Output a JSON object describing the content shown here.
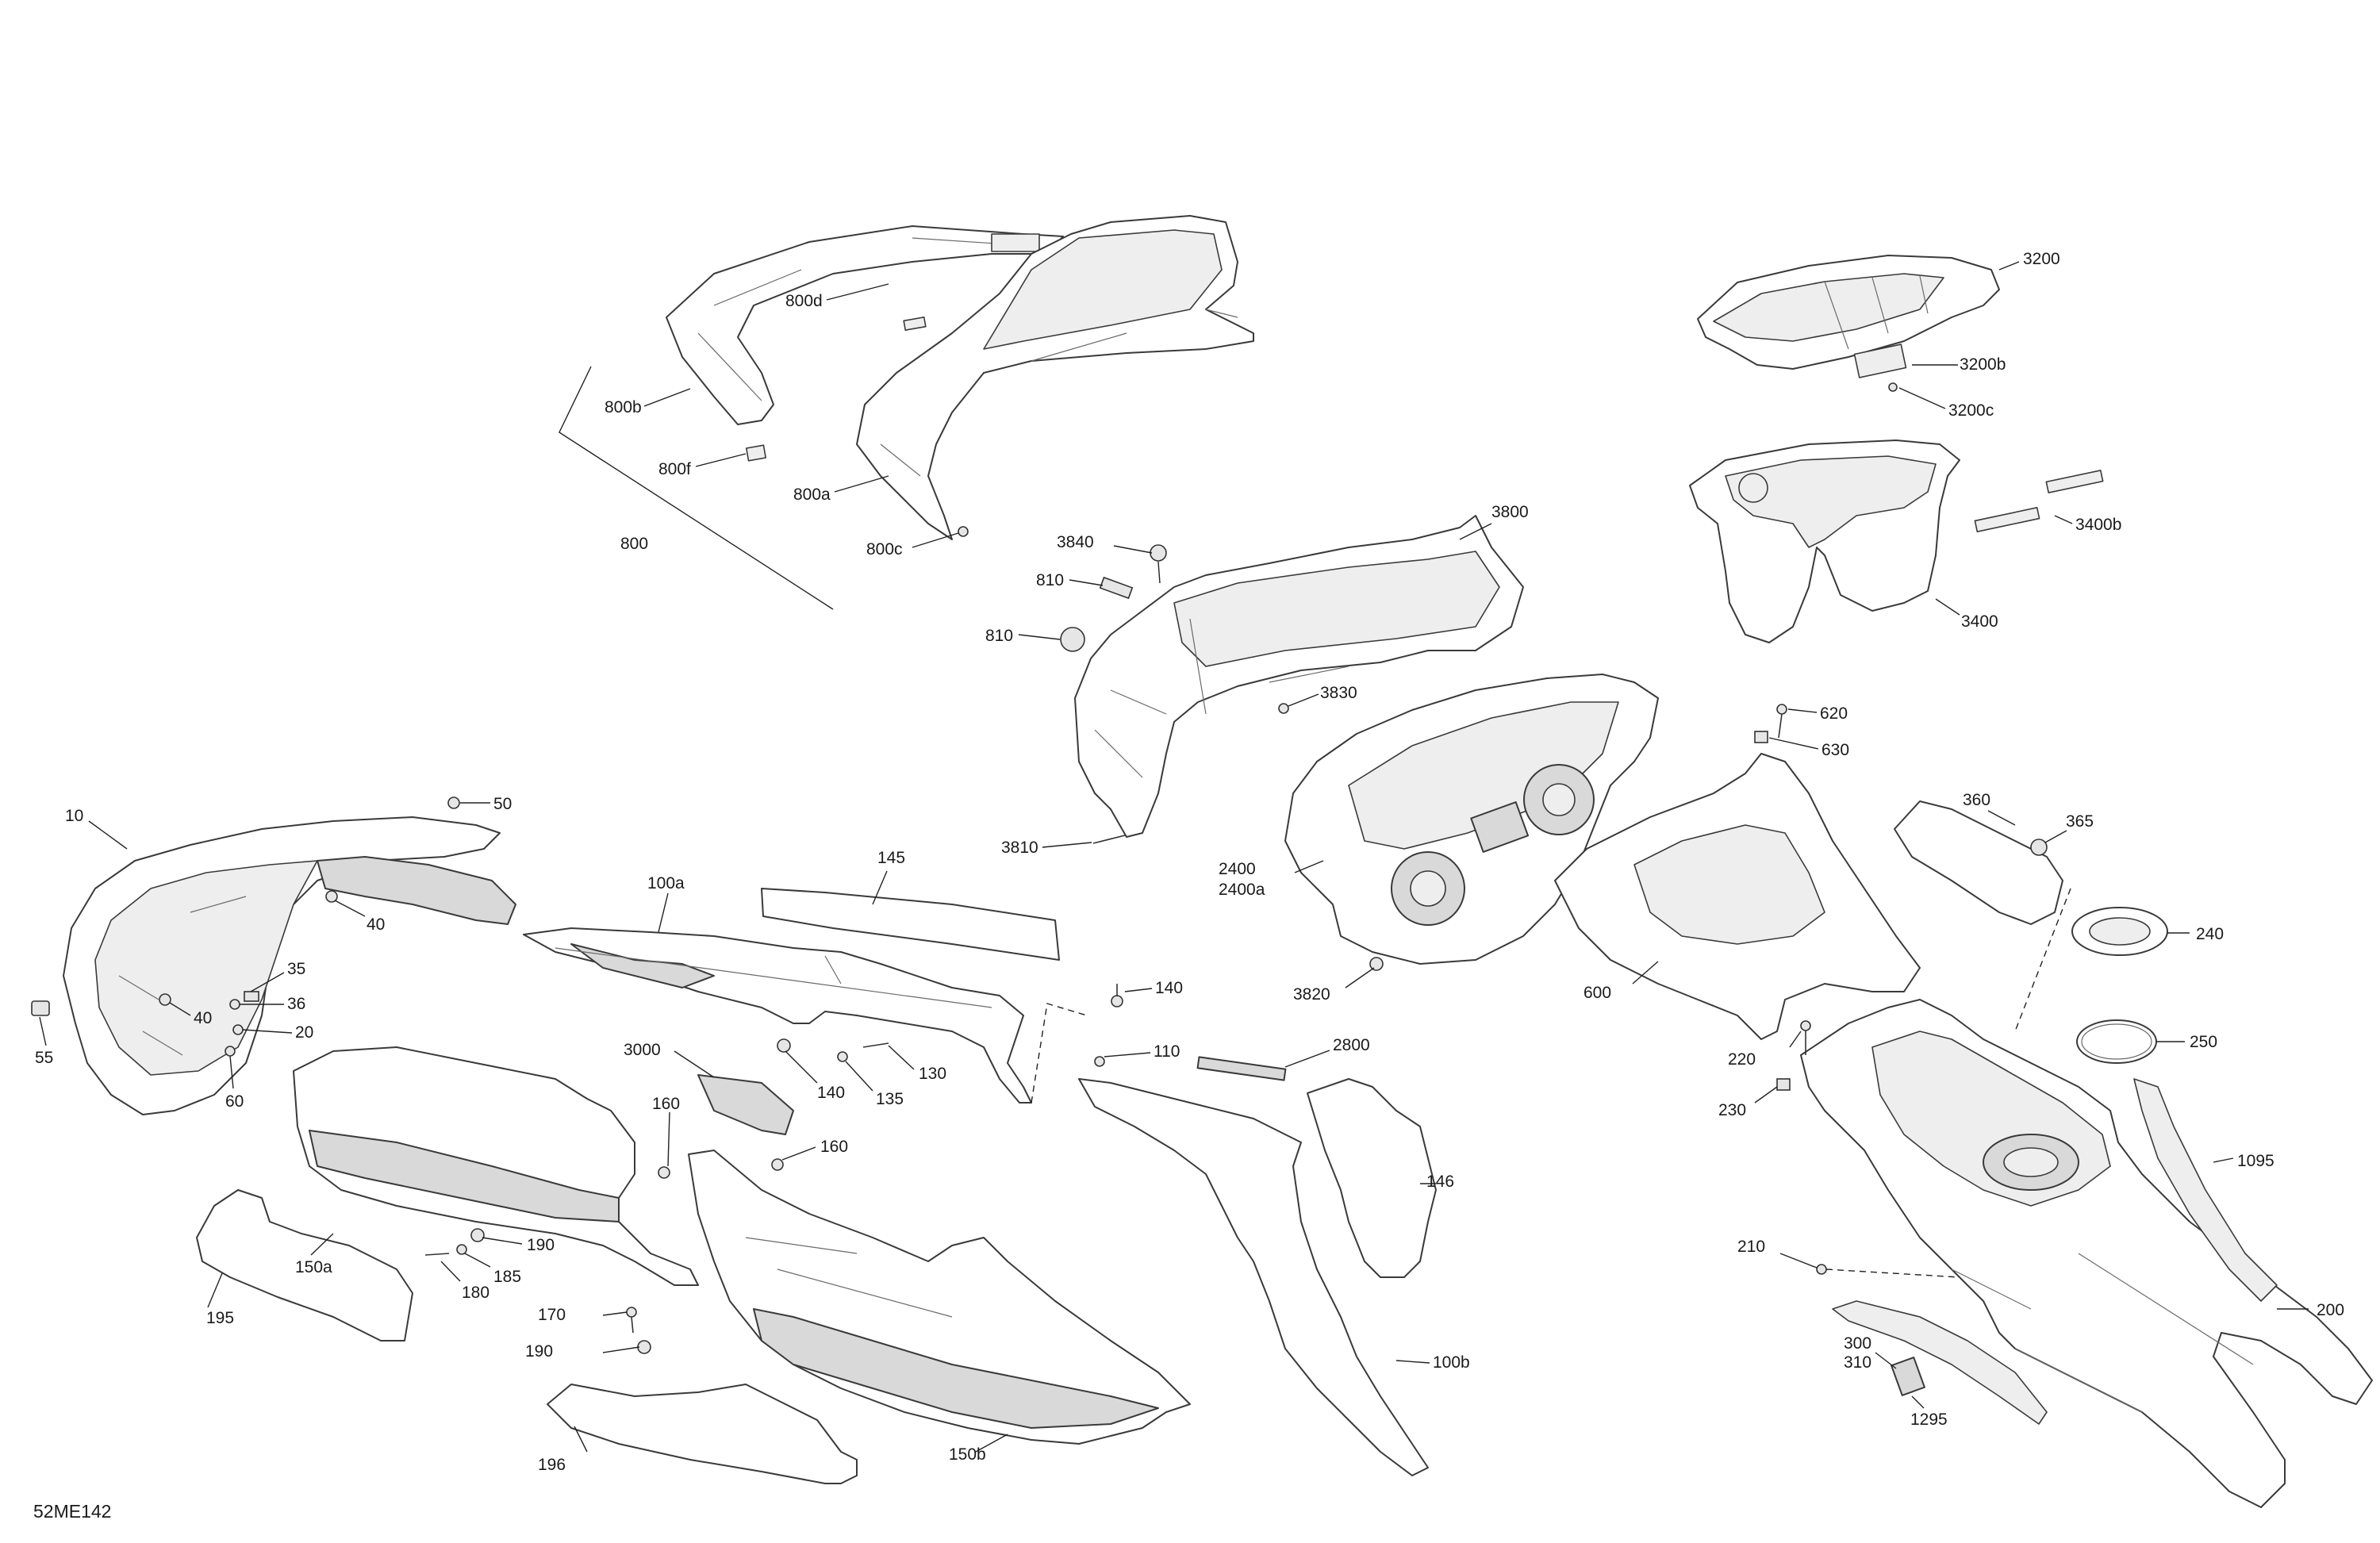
{
  "drawing": {
    "reference": "52ME142",
    "callouts": {
      "c800d": "800d",
      "c800b": "800b",
      "c800f": "800f",
      "c800a": "800a",
      "c800c": "800c",
      "c800": "800",
      "c3840": "3840",
      "c810a": "810",
      "c810b": "810",
      "c3800": "3800",
      "c3830": "3830",
      "c3810": "3810",
      "c3200": "3200",
      "c3200b": "3200b",
      "c3200c": "3200c",
      "c3400b": "3400b",
      "c3400": "3400",
      "c620": "620",
      "c630": "630",
      "c10": "10",
      "c50": "50",
      "c40a": "40",
      "c35": "35",
      "c36": "36",
      "c40b": "40",
      "c20": "20",
      "c55": "55",
      "c60": "60",
      "c145": "145",
      "c100a": "100a",
      "c2400": "2400",
      "c2400a": "2400a",
      "c3820": "3820",
      "c600": "600",
      "c360": "360",
      "c365": "365",
      "c240": "240",
      "c250": "250",
      "c140a": "140",
      "c140b": "140",
      "c130": "130",
      "c135": "135",
      "c3000": "3000",
      "c110": "110",
      "c2800": "2800",
      "c220": "220",
      "c230": "230",
      "c1095": "1095",
      "c160a": "160",
      "c160b": "160",
      "c150a": "150a",
      "c190a": "190",
      "c185": "185",
      "c180": "180",
      "c146": "146",
      "c195": "195",
      "c170": "170",
      "c190b": "190",
      "c210": "210",
      "c200": "200",
      "c300": "300",
      "c310": "310",
      "c100b": "100b",
      "c1295": "1295",
      "c196": "196",
      "c150b": "150b"
    }
  }
}
